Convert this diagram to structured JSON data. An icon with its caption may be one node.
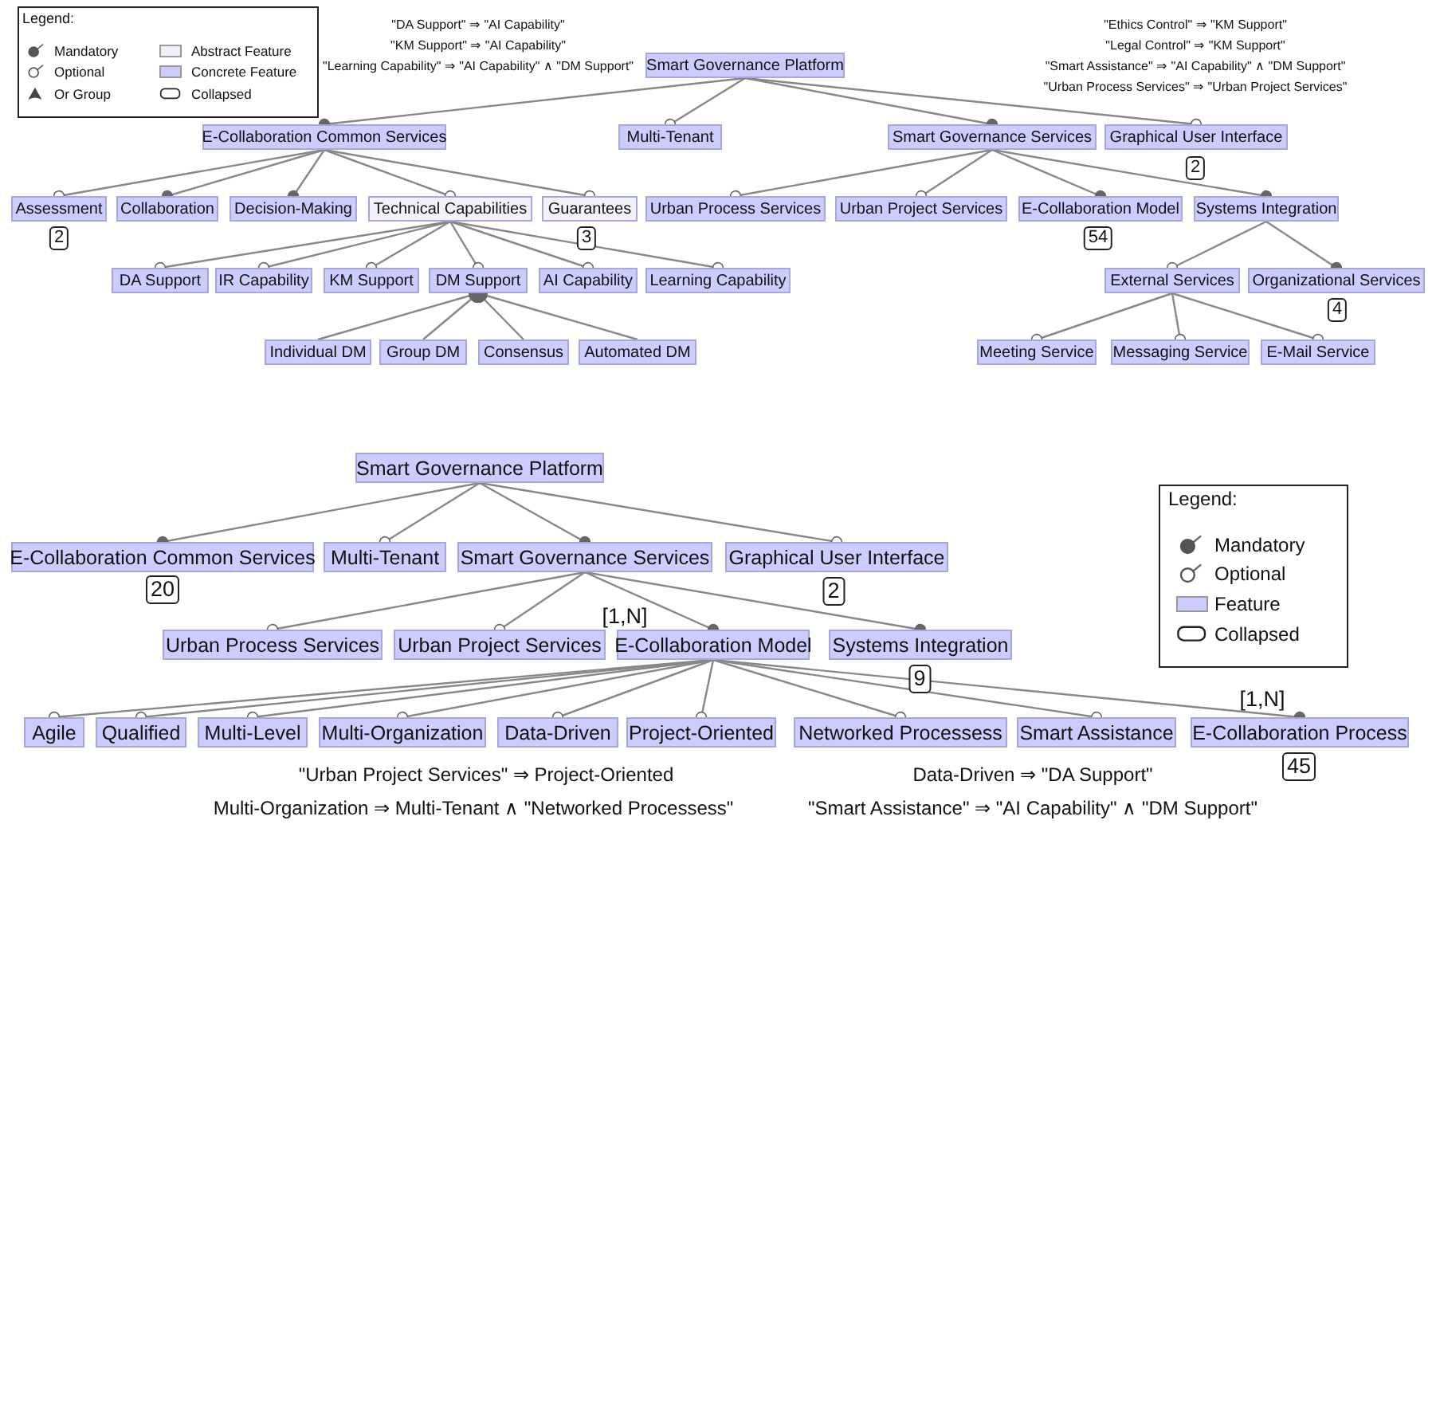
{
  "diagram": {
    "nodes": [
      {
        "text": [
          "Smart Governance Platform"
        ]
      },
      {
        "text": [
          "E-Collaboration Common Services"
        ]
      },
      {
        "text": [
          "Multi-Tenant"
        ]
      },
      {
        "text": [
          "Smart Governance Services"
        ]
      },
      {
        "text": [
          "Graphical User Interface"
        ],
        "beside": [
          "2"
        ]
      },
      {
        "text": [
          "Assessment"
        ],
        "beside": [
          "2"
        ]
      },
      {
        "text": [
          "Collaboration"
        ]
      },
      {
        "text": [
          "Decision-Making"
        ]
      },
      {
        "text": [
          "Technical Capabilities"
        ]
      },
      {
        "text": [
          "Guarantees"
        ],
        "beside": [
          "3"
        ]
      },
      {
        "text": [
          "Urban Process Services"
        ]
      },
      {
        "text": [
          "Urban Project Services"
        ]
      },
      {
        "text": [
          "E-Collaboration Model"
        ],
        "beside": [
          "54"
        ]
      },
      {
        "text": [
          "Systems Integration"
        ]
      },
      {
        "text": [
          "DA Support"
        ]
      },
      {
        "text": [
          "IR Capability"
        ]
      },
      {
        "text": [
          "KM Support"
        ]
      },
      {
        "text": [
          "DM Support"
        ]
      },
      {
        "text": [
          "AI Capability"
        ]
      },
      {
        "text": [
          "Learning Capability"
        ]
      },
      {
        "text": [
          "External Services"
        ]
      },
      {
        "text": [
          "Organizational Services"
        ],
        "beside": [
          "4"
        ]
      },
      {
        "text": [
          "Individual DM"
        ]
      },
      {
        "text": [
          "Group DM"
        ]
      },
      {
        "text": [
          "Consensus"
        ]
      },
      {
        "text": [
          "Automated DM"
        ]
      },
      {
        "text": [
          "Meeting Service"
        ]
      },
      {
        "text": [
          "Messaging Service"
        ]
      },
      {
        "text": [
          "E-Mail Service"
        ]
      },
      {
        "text": [
          "Smart Governance Platform"
        ]
      },
      {
        "text": [
          "E-Collaboration Common Services"
        ],
        "beside": [
          "20"
        ]
      },
      {
        "text": [
          "Multi-Tenant"
        ]
      },
      {
        "text": [
          "Smart Governance Services"
        ]
      },
      {
        "text": [
          "Graphical User Interface"
        ],
        "beside": [
          "2"
        ]
      },
      {
        "text": [
          "Urban Process Services"
        ]
      },
      {
        "text": [
          "Urban Project Services"
        ]
      },
      {
        "text": [
          "E-Collaboration Model"
        ],
        "beside": [
          "[1,N]"
        ]
      },
      {
        "text": [
          "Systems Integration"
        ],
        "beside": [
          "9"
        ]
      },
      {
        "text": [
          "Agile"
        ]
      },
      {
        "text": [
          "Qualified"
        ]
      },
      {
        "text": [
          "Multi-Level"
        ]
      },
      {
        "text": [
          "Multi-Organization"
        ]
      },
      {
        "text": [
          "Data-Driven"
        ]
      },
      {
        "text": [
          "Project-Oriented"
        ]
      },
      {
        "text": [
          "Networked Processess"
        ]
      },
      {
        "text": [
          "Smart Assistance"
        ]
      },
      {
        "text": [
          "E-Collaboration Process"
        ],
        "beside": [
          "[1,N]",
          "45"
        ]
      }
    ],
    "edges": [
      {
        "from": 0,
        "to": 1,
        "arrow": "other"
      },
      {
        "from": 0,
        "to": 2,
        "arrow": "other"
      },
      {
        "from": 0,
        "to": 3,
        "arrow": "other"
      },
      {
        "from": 0,
        "to": 4,
        "arrow": "other"
      },
      {
        "from": 1,
        "to": 5,
        "arrow": "other"
      },
      {
        "from": 1,
        "to": 6,
        "arrow": "other"
      },
      {
        "from": 1,
        "to": 7,
        "arrow": "other"
      },
      {
        "from": 1,
        "to": 8,
        "arrow": "other"
      },
      {
        "from": 1,
        "to": 9,
        "arrow": "other"
      },
      {
        "from": 3,
        "to": 10,
        "arrow": "other"
      },
      {
        "from": 3,
        "to": 11,
        "arrow": "other"
      },
      {
        "from": 3,
        "to": 12,
        "arrow": "other"
      },
      {
        "from": 3,
        "to": 13,
        "arrow": "other"
      },
      {
        "from": 8,
        "to": 14,
        "arrow": "other"
      },
      {
        "from": 8,
        "to": 15,
        "arrow": "other"
      },
      {
        "from": 8,
        "to": 16,
        "arrow": "other"
      },
      {
        "from": 8,
        "to": 17,
        "arrow": "other"
      },
      {
        "from": 8,
        "to": 18,
        "arrow": "other"
      },
      {
        "from": 8,
        "to": 19,
        "arrow": "other"
      },
      {
        "from": 13,
        "to": 20,
        "arrow": "other"
      },
      {
        "from": 13,
        "to": 21,
        "arrow": "other"
      },
      {
        "from": 17,
        "to": 22,
        "arrow": "other"
      },
      {
        "from": 17,
        "to": 23,
        "arrow": "other"
      },
      {
        "from": 17,
        "to": 24,
        "arrow": "other"
      },
      {
        "from": 17,
        "to": 25,
        "arrow": "other"
      },
      {
        "from": 20,
        "to": 26,
        "arrow": "other"
      },
      {
        "from": 20,
        "to": 27,
        "arrow": "other"
      },
      {
        "from": 20,
        "to": 28,
        "arrow": "other"
      },
      {
        "from": 29,
        "to": 30,
        "arrow": "other"
      },
      {
        "from": 29,
        "to": 31,
        "arrow": "other"
      },
      {
        "from": 29,
        "to": 32,
        "arrow": "other"
      },
      {
        "from": 29,
        "to": 33,
        "arrow": "other"
      },
      {
        "from": 32,
        "to": 34,
        "arrow": "other"
      },
      {
        "from": 32,
        "to": 35,
        "arrow": "other"
      },
      {
        "from": 32,
        "to": 36,
        "arrow": "other"
      },
      {
        "from": 32,
        "to": 37,
        "arrow": "other"
      },
      {
        "from": 36,
        "to": 38,
        "arrow": "other"
      },
      {
        "from": 36,
        "to": 39,
        "arrow": "other"
      },
      {
        "from": 36,
        "to": 40,
        "arrow": "other"
      },
      {
        "from": 36,
        "to": 41,
        "arrow": "other"
      },
      {
        "from": 36,
        "to": 42,
        "arrow": "other"
      },
      {
        "from": 36,
        "to": 43,
        "arrow": "other"
      },
      {
        "from": 36,
        "to": 44,
        "arrow": "other"
      },
      {
        "from": 36,
        "to": 45,
        "arrow": "other"
      },
      {
        "from": 36,
        "to": 46,
        "arrow": "other"
      }
    ],
    "labels": [
      "Legend:",
      "\"DA Support\" ⇒ \"AI Capability\"",
      "\"KM Support\" ⇒ \"AI Capability\"",
      "\"Learning Capability\" ⇒ \"AI Capability\" ∧ \"DM Support\"",
      "\"Ethics Control\" ⇒ \"KM Support\"",
      "\"Legal Control\" ⇒ \"KM Support\"",
      "\"Smart Assistance\" ⇒ \"AI Capability\" ∧ \"DM Support\"",
      "\"Urban Process Services\" ⇒ \"Urban Project Services\"",
      "Legend:",
      "\"Urban Project Services\" ⇒ Project-Oriented",
      "Data-Driven ⇒ \"DA Support\"",
      "Multi-Organization ⇒ Multi-Tenant ∧ \"Networked Processess\"",
      "\"Smart Assistance\" ⇒ \"AI Capability\" ∧ \"DM Support\""
    ],
    "legend": [
      {
        "text": "Mandatory"
      },
      {
        "text": "Optional"
      },
      {
        "text": "Or Group"
      },
      {
        "text": "Abstract Feature",
        "color": "#f0f0fa"
      },
      {
        "text": "Concrete Feature",
        "color": "#ccccff"
      },
      {
        "text": "Collapsed"
      },
      {
        "text": "Mandatory"
      },
      {
        "text": "Optional"
      },
      {
        "text": "Feature",
        "color": "#ccccff"
      },
      {
        "text": "Collapsed"
      }
    ]
  }
}
